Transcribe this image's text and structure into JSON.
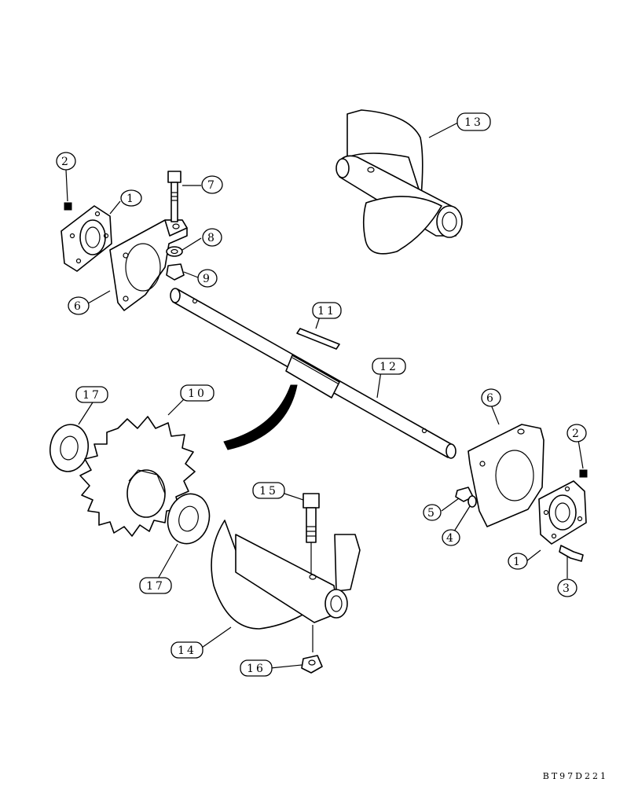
{
  "callouts": [
    {
      "id": "c1a",
      "label": "1"
    },
    {
      "id": "c2a",
      "label": "2"
    },
    {
      "id": "c6a",
      "label": "6"
    },
    {
      "id": "c7",
      "label": "7"
    },
    {
      "id": "c8",
      "label": "8"
    },
    {
      "id": "c9",
      "label": "9"
    },
    {
      "id": "c13",
      "label": "13"
    },
    {
      "id": "c11",
      "label": "11"
    },
    {
      "id": "c12",
      "label": "12"
    },
    {
      "id": "c17a",
      "label": "17"
    },
    {
      "id": "c10",
      "label": "10"
    },
    {
      "id": "c6b",
      "label": "6"
    },
    {
      "id": "c2b",
      "label": "2"
    },
    {
      "id": "c15",
      "label": "15"
    },
    {
      "id": "c5",
      "label": "5"
    },
    {
      "id": "c4",
      "label": "4"
    },
    {
      "id": "c1b",
      "label": "1"
    },
    {
      "id": "c3",
      "label": "3"
    },
    {
      "id": "c17b",
      "label": "17"
    },
    {
      "id": "c14",
      "label": "14"
    },
    {
      "id": "c16",
      "label": "16"
    }
  ],
  "reference_code": "BT97D221"
}
